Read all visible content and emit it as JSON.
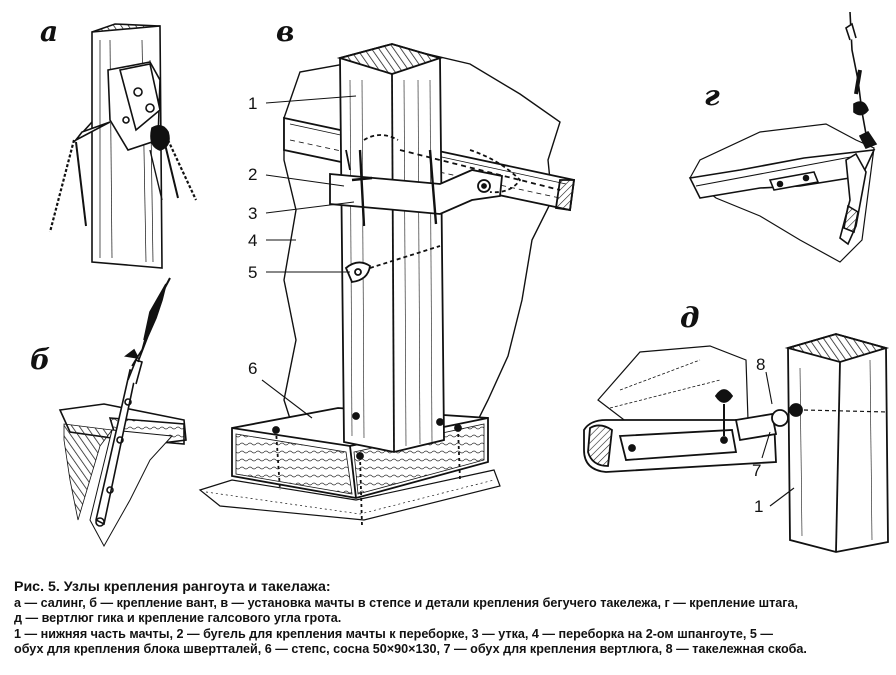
{
  "figure": {
    "view_labels": {
      "a": "а",
      "b": "б",
      "v": "в",
      "g": "г",
      "d": "д"
    },
    "callouts": {
      "v": [
        "1",
        "2",
        "3",
        "4",
        "5",
        "6"
      ],
      "d": {
        "8": "8",
        "7": "7",
        "1": "1"
      }
    }
  },
  "caption": {
    "title": "Рис. 5. Узлы крепления рангоута и такелажа:",
    "lines": [
      "а — салинг, б — крепление вант, в — установка мачты в степсе и детали крепления бегучего такележа, г — крепление штага,",
      "д — вертлюг гика и крепление галсового угла грота.",
      "1 — нижняя часть мачты, 2 — бугель для крепления мачты к переборке, 3 — утка, 4 — переборка на 2-ом шпангоуте, 5 —",
      "обух для крепления блока швертталей, 6 — степс, сосна 50×90×130, 7 — обух для крепления вертлюга, 8 — такележная скоба."
    ]
  }
}
